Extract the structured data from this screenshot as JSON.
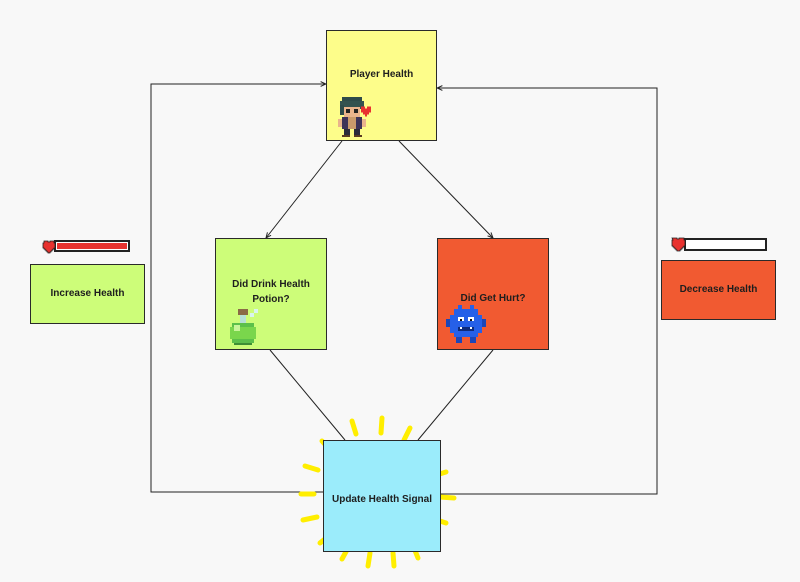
{
  "nodes": {
    "player_health": "Player Health",
    "did_drink_potion": "Did Drink Health Potion?",
    "did_get_hurt": "Did Get Hurt?",
    "update_health_signal": "Update Health Signal",
    "increase_health": "Increase Health",
    "decrease_health": "Decrease Health"
  },
  "colors": {
    "yellow_node": "#fdfd8a",
    "green_node": "#cdfd79",
    "orange_node": "#f15a31",
    "cyan_node": "#9becfb",
    "glow_rays": "#ffee00",
    "health_bar_fill": "#e8322f"
  },
  "health_bars": {
    "increase_fill": 1.0,
    "decrease_fill": 0.0
  },
  "icons": [
    "player-character-icon",
    "heart-icon",
    "health-potion-icon",
    "blue-monster-icon",
    "health-bar-full-icon",
    "health-bar-empty-icon"
  ]
}
